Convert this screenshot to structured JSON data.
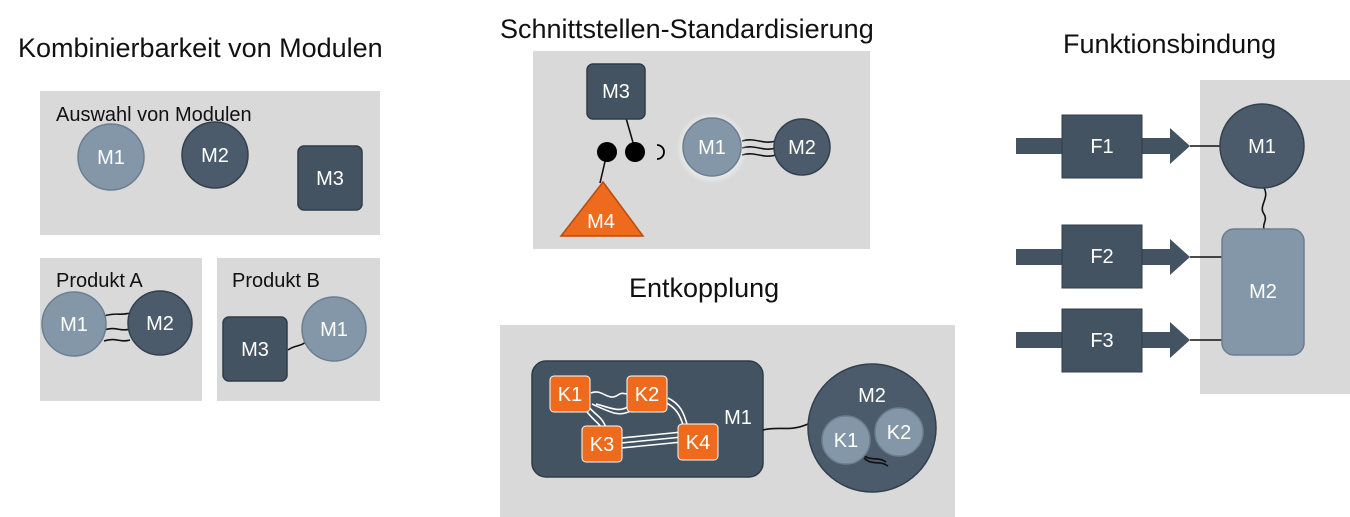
{
  "titles": {
    "kombinierbarkeit": "Kombinierbarkeit von Modulen",
    "schnittstellen": "Schnittstellen-Standardisierung",
    "entkopplung": "Entkopplung",
    "funktionsbindung": "Funktionsbindung"
  },
  "kombinierbarkeit": {
    "auswahl_label": "Auswahl von Modulen",
    "produkt_a_label": "Produkt A",
    "produkt_b_label": "Produkt B",
    "modules": {
      "m1": "M1",
      "m2": "M2",
      "m3": "M3"
    }
  },
  "schnittstellen": {
    "modules": {
      "m1": "M1",
      "m2": "M2",
      "m3": "M3",
      "m4": "M4"
    }
  },
  "entkopplung": {
    "m1": "M1",
    "m2": "M2",
    "components": {
      "k1": "K1",
      "k2": "K2",
      "k3": "K3",
      "k4": "K4"
    },
    "m2_components": {
      "k1": "K1",
      "k2": "K2"
    }
  },
  "funktionsbindung": {
    "functions": {
      "f1": "F1",
      "f2": "F2",
      "f3": "F3"
    },
    "modules": {
      "m1": "M1",
      "m2": "M2"
    }
  },
  "colors": {
    "panel": "#d9d9d9",
    "module_light": "#8497a9",
    "module_dark": "#4b5b6b",
    "module_darker": "#435362",
    "accent_orange": "#ee6a1c"
  }
}
